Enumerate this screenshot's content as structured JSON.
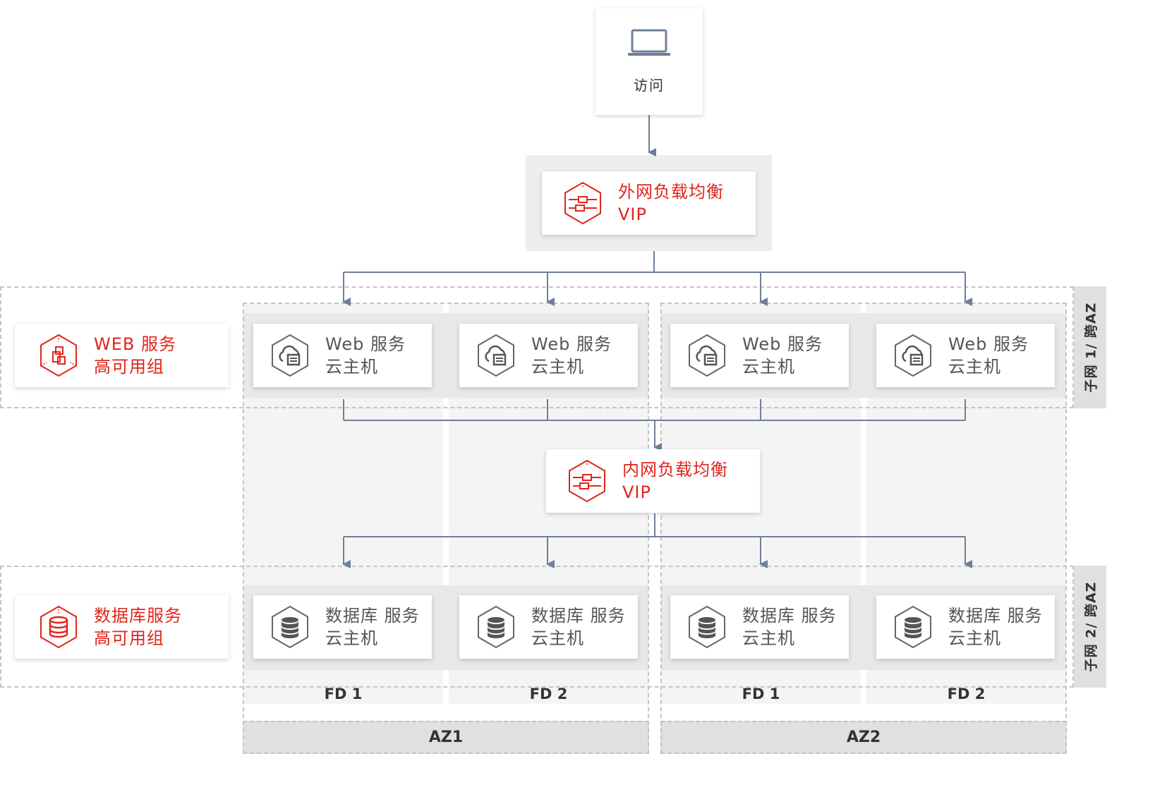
{
  "access": {
    "label": "访问",
    "icon": "laptop-icon"
  },
  "external_lb": {
    "line1": "外网负载均衡",
    "line2": "VIP",
    "icon": "load-balancer-icon"
  },
  "internal_lb": {
    "line1": "内网负载均衡",
    "line2": "VIP",
    "icon": "load-balancer-icon"
  },
  "web_group": {
    "line1": "WEB 服务",
    "line2": "高可用组",
    "icon": "web-group-icon"
  },
  "db_group": {
    "line1": "数据库服务",
    "line2": "高可用组",
    "icon": "database-group-icon"
  },
  "web_vms": [
    {
      "line1": "Web 服务",
      "line2": "云主机",
      "icon": "cloud-server-icon"
    },
    {
      "line1": "Web 服务",
      "line2": "云主机",
      "icon": "cloud-server-icon"
    },
    {
      "line1": "Web 服务",
      "line2": "云主机",
      "icon": "cloud-server-icon"
    },
    {
      "line1": "Web 服务",
      "line2": "云主机",
      "icon": "cloud-server-icon"
    }
  ],
  "db_vms": [
    {
      "line1": "数据库 服务",
      "line2": "云主机",
      "icon": "database-icon"
    },
    {
      "line1": "数据库 服务",
      "line2": "云主机",
      "icon": "database-icon"
    },
    {
      "line1": "数据库 服务",
      "line2": "云主机",
      "icon": "database-icon"
    },
    {
      "line1": "数据库 服务",
      "line2": "云主机",
      "icon": "database-icon"
    }
  ],
  "fault_domains": [
    "FD 1",
    "FD 2",
    "FD 1",
    "FD 2"
  ],
  "zones": [
    "AZ1",
    "AZ2"
  ],
  "subnets": [
    "子网 1/ 跨AZ",
    "子网 2/ 跨AZ"
  ],
  "colors": {
    "accent": "#e1251b",
    "connector": "#6f7f99",
    "frame": "#c4c4c4",
    "text": "#555555"
  }
}
